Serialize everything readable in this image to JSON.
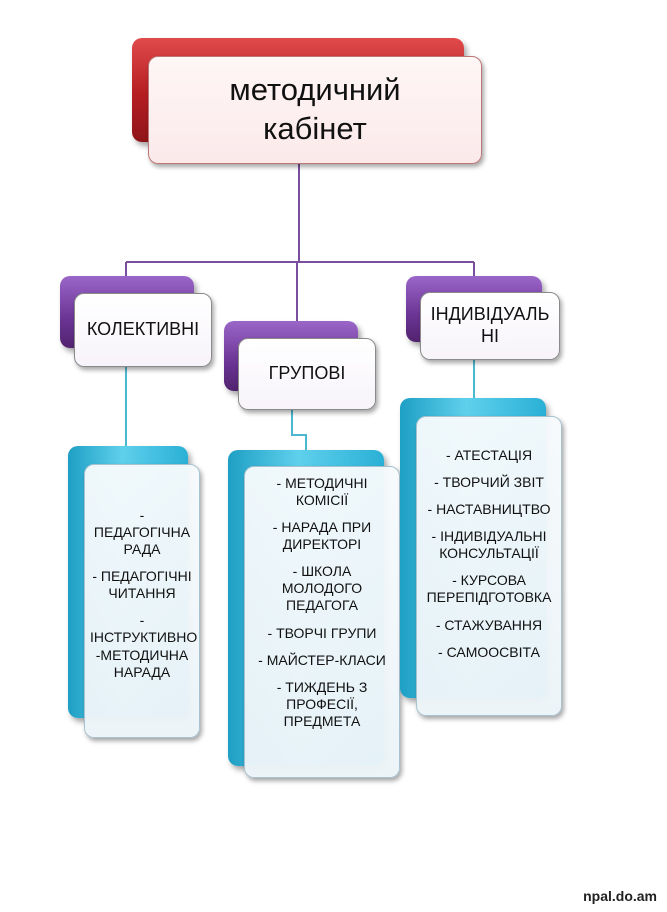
{
  "root": {
    "title": "методичний кабінет"
  },
  "branches": [
    {
      "key": "collective",
      "title": "КОЛЕКТИВНІ",
      "items": [
        "- ПЕДАГОГІЧНА РАДА",
        "- ПЕДАГОГІЧНІ ЧИТАННЯ",
        "- ІНСТРУКТИВНО -МЕТОДИЧНА НАРАДА"
      ]
    },
    {
      "key": "group",
      "title": "ГРУПОВІ",
      "items": [
        "- МЕТОДИЧНІ КОМІСІЇ",
        "- НАРАДА ПРИ ДИРЕКТОРІ",
        "- ШКОЛА МОЛОДОГО ПЕДАГОГА",
        "- ТВОРЧІ ГРУПИ",
        "- МАЙСТЕР-КЛАСИ",
        "- ТИЖДЕНЬ З ПРОФЕСІЇ, ПРЕДМЕТА"
      ]
    },
    {
      "key": "individual",
      "title": "ІНДИВІДУАЛЬНІ",
      "items": [
        "- АТЕСТАЦІЯ",
        "- ТВОРЧИЙ ЗВІТ",
        "- НАСТАВНИЦТВО",
        "- ІНДИВІДУАЛЬНІ КОНСУЛЬТАЦІЇ",
        "- КУРСОВА ПЕРЕПІДГОТОВКА",
        "- СТАЖУВАННЯ",
        "- САМООСВІТА"
      ]
    }
  ],
  "watermark": "npal.do.am",
  "colors": {
    "root_accent": "#b41e22",
    "head_accent": "#6a3494",
    "list_accent": "#2ab0d6",
    "connector_top": "#7b4fa0",
    "connector_bottom": "#4cb8d0"
  }
}
